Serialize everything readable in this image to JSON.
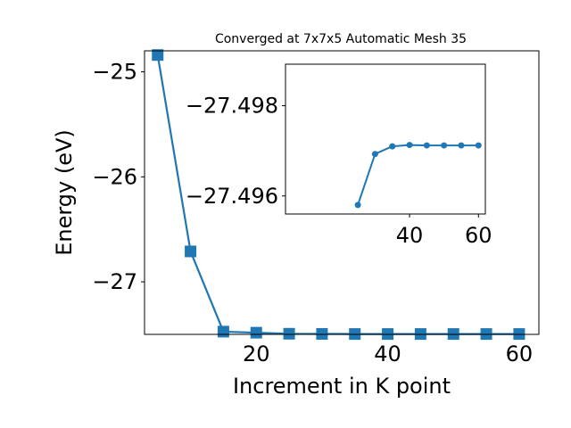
{
  "chart_data": [
    {
      "type": "line",
      "title": "Converged at 7x7x5 Automatic Mesh 35",
      "xlabel": "Increment in K point",
      "ylabel": "Energy (eV)",
      "xlim": [
        3,
        63
      ],
      "ylim": [
        -27.5,
        -24.8
      ],
      "x_ticks": [
        20,
        40,
        60
      ],
      "x_tick_labels": [
        "20",
        "40",
        "60"
      ],
      "y_ticks": [
        -27,
        -26,
        -25
      ],
      "y_tick_labels": [
        "−27",
        "−26",
        "−25"
      ],
      "grid": false,
      "marker": "square",
      "color": "#1f77b4",
      "series": [
        {
          "x": [
            5,
            10,
            15,
            20,
            25,
            30,
            35,
            40,
            45,
            50,
            55,
            60
          ],
          "y": [
            -24.84,
            -26.71,
            -27.474,
            -27.484,
            -27.494,
            -27.4955,
            -27.4965,
            -27.4965,
            -27.4965,
            -27.4965,
            -27.4965,
            -27.4965
          ]
        }
      ]
    },
    {
      "type": "line",
      "role": "inset",
      "xlim": [
        4,
        62
      ],
      "ylim": [
        -27.4956,
        -27.49892
      ],
      "x_ticks": [
        40,
        60
      ],
      "x_tick_labels": [
        "40",
        "60"
      ],
      "y_ticks": [
        -27.496,
        -27.498
      ],
      "y_tick_labels": [
        "−27.496",
        "−27.498"
      ],
      "grid": false,
      "marker": "circle",
      "color": "#1f77b4",
      "series": [
        {
          "x": [
            25,
            30,
            35,
            40,
            45,
            50,
            55,
            60
          ],
          "y": [
            -27.4958,
            -27.49693,
            -27.4971,
            -27.49713,
            -27.49712,
            -27.49712,
            -27.49712,
            -27.49712
          ]
        }
      ]
    }
  ]
}
